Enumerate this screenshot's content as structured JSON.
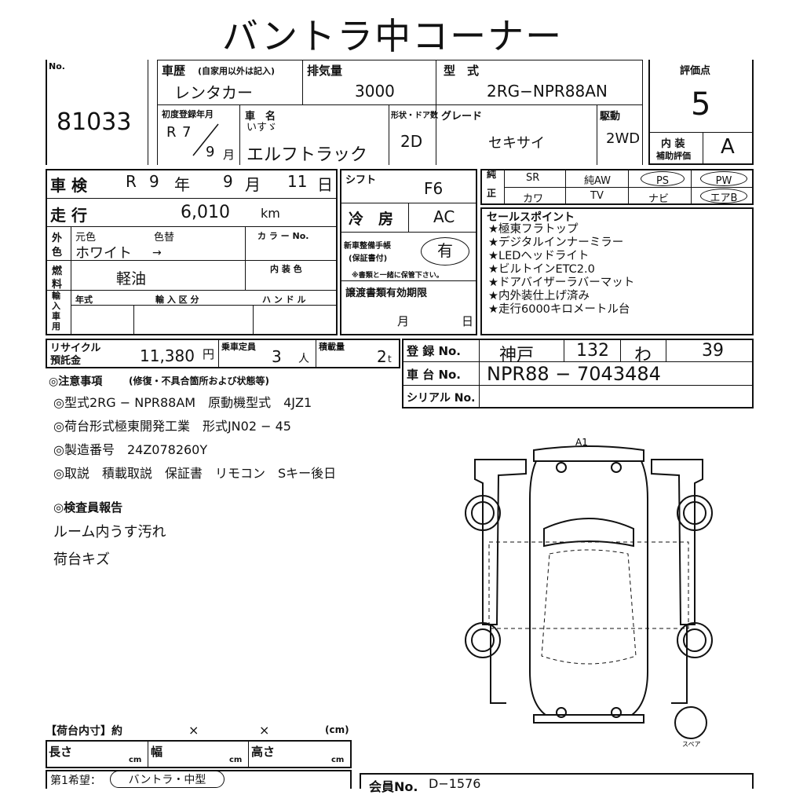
{
  "title": "バントラ中コーナー",
  "no": {
    "label": "No.",
    "value": "81033"
  },
  "history": {
    "label": "車歴",
    "note": "(自家用以外は記入)",
    "value": "レンタカー"
  },
  "displacement": {
    "label": "排気量",
    "value": "3000"
  },
  "model_type": {
    "label": "型　式",
    "value": "2RG−NPR88AN"
  },
  "rating": {
    "label": "評価点",
    "value": "5"
  },
  "first_reg": {
    "label": "初度登録年月",
    "era": "R",
    "year": "7",
    "month": "9",
    "month_unit": "月"
  },
  "car_name": {
    "label": "車　名",
    "maker": "いすゞ",
    "value": "エルフトラック"
  },
  "doors": {
    "label": "形状・ドア数",
    "value": "2D"
  },
  "grade": {
    "label": "グレード",
    "value": "セキサイ"
  },
  "drive": {
    "label": "駆動",
    "value": "2WD"
  },
  "interior": {
    "label1": "内 装",
    "label2": "補助評価",
    "value": "A"
  },
  "inspection": {
    "label": "車 検",
    "era": "R",
    "year": "9",
    "year_unit": "年",
    "month": "9",
    "month_unit": "月",
    "day": "11",
    "day_unit": "日"
  },
  "shift": {
    "label": "シフト",
    "value": "F6"
  },
  "mileage": {
    "label": "走 行",
    "value": "6,010",
    "unit": "km"
  },
  "ac": {
    "label": "冷　房",
    "value": "AC"
  },
  "exterior_color": {
    "label1": "外",
    "label2": "色",
    "orig_label": "元色",
    "change_label": "色替",
    "color_no_label": "カ ラ ー No.",
    "value": "ホワイト",
    "arrow": "→"
  },
  "fuel": {
    "label1": "燃",
    "label2": "料",
    "value": "軽油",
    "interior_color_label": "内 装 色"
  },
  "manual": {
    "label1": "新車整備手帳",
    "label2": "(保証書付)",
    "value": "有",
    "note": "※書類と一緒に保管下さい。"
  },
  "import": {
    "labels": [
      "輸",
      "入",
      "車",
      "用"
    ],
    "year_label": "年式",
    "class_label": "輸 入 区 分",
    "handle_label": "ハ ン ド ル"
  },
  "transfer": {
    "label": "譲渡書類有効期限",
    "month": "月",
    "day": "日"
  },
  "equipment": {
    "label": [
      "純",
      "正"
    ],
    "row1": [
      "SR",
      "純AW",
      "PS",
      "PW"
    ],
    "row2": [
      "カワ",
      "TV",
      "ナビ",
      "エアB"
    ]
  },
  "sales_points": {
    "label": "セールスポイント",
    "items": [
      "★極東フラトップ",
      "★デジタルインナーミラー",
      "★LEDヘッドライト",
      "★ビルトインETC2.0",
      "★ドアバイザーラバーマット",
      "★内外装仕上げ済み",
      "★走行6000キロメートル台"
    ]
  },
  "recycle": {
    "label1": "リサイクル",
    "label2": "預託金",
    "value": "11,380",
    "unit": "円"
  },
  "capacity": {
    "label": "乗車定員",
    "value": "3",
    "unit": "人"
  },
  "load": {
    "label": "積載量",
    "value": "2",
    "unit": "t"
  },
  "registration": {
    "label": "登 録 No.",
    "area": "神戸",
    "class": "132",
    "kana": "わ",
    "number": "39"
  },
  "chassis": {
    "label": "車 台 No.",
    "value": "NPR88 − 7043484"
  },
  "serial": {
    "label": "シリアル No."
  },
  "notes": {
    "heading": "◎注意事項",
    "heading_sub": "(修復・不具合箇所および状態等)",
    "items": [
      "◎型式2RG − NPR88AM　原動機型式　4JZ1",
      "◎荷台形式極東開発工業　形式JN02 − 45",
      "◎製造番号　24Z078260Y",
      "◎取説　積載取説　保証書　リモコン　Sキー後日"
    ]
  },
  "inspector": {
    "heading": "◎検査員報告",
    "items": [
      "ルーム内うす汚れ",
      "荷台キズ"
    ]
  },
  "diagram": {
    "mark": "A1",
    "spare": "スペア"
  },
  "cargo": {
    "label": "【荷台内寸】約",
    "x1": "×",
    "x2": "×",
    "unit": "(cm)",
    "length": "長さ",
    "width": "幅",
    "height": "高さ",
    "cm": "cm"
  },
  "wish": {
    "label": "第1希望：",
    "value": "バントラ・中型"
  },
  "member": {
    "label": "会員No.",
    "value": "D−1576"
  }
}
